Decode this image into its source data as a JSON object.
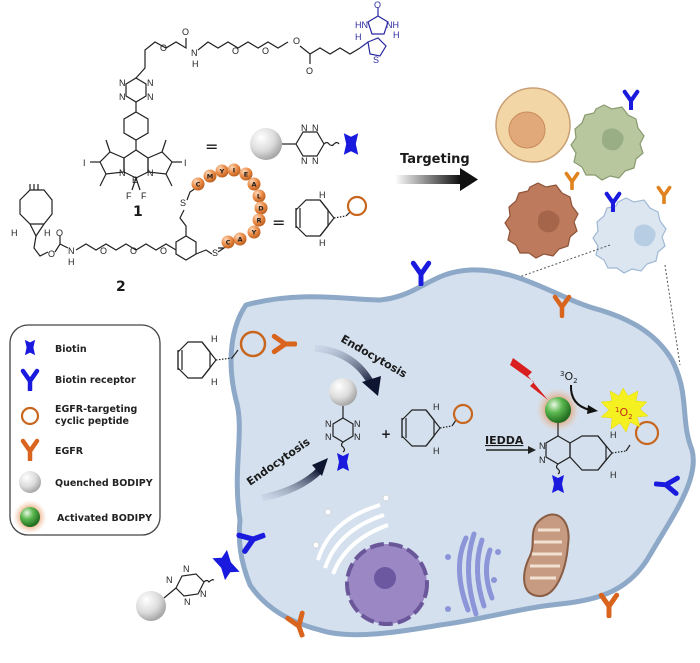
{
  "figure": {
    "title": "Bioorthogonal activation of BODIPY photosensitizer via IEDDA reaction in targeted cells",
    "compound_labels": {
      "compound_1": "1",
      "compound_2": "2"
    },
    "equals_sign": "=",
    "plus_sign": "+",
    "peptide_sequence": [
      "C",
      "M",
      "Y",
      "I",
      "E",
      "A",
      "L",
      "D",
      "R",
      "Y",
      "A",
      "C"
    ],
    "chem_atoms": {
      "N": "N",
      "H": "H",
      "O": "O",
      "S": "S",
      "B": "B",
      "F": "F",
      "I": "I",
      "HN": "HN",
      "NH": "NH"
    },
    "arrows": {
      "targeting": "Targeting",
      "endocytosis_top": "Endocytosis",
      "endocytosis_bottom": "Endocytosis",
      "iedda": "IEDDA"
    },
    "oxygen": {
      "triplet_sup": "3",
      "triplet": "O",
      "triplet_sub": "2",
      "singlet_sup": "1",
      "singlet": "O",
      "singlet_sub": "2"
    },
    "legend": {
      "items": [
        {
          "icon": "biotin-icon",
          "label": "Biotin"
        },
        {
          "icon": "biotin-receptor-icon",
          "label": "Biotin receptor"
        },
        {
          "icon": "cyclic-peptide-icon",
          "label": "EGFR-targeting",
          "label2": "cyclic peptide"
        },
        {
          "icon": "egfr-icon",
          "label": "EGFR"
        },
        {
          "icon": "quenched-bodipy-icon",
          "label": "Quenched BODIPY"
        },
        {
          "icon": "activated-bodipy-icon",
          "label": "Activated BODIPY"
        }
      ]
    },
    "colors": {
      "biotin": "#1a1adf",
      "egfr": "#d9641e",
      "peptide_ring": "#c8661e",
      "cell_fill": "#d4e0ee",
      "cell_stroke": "#8ea9c8",
      "activated_bodipy": "#3a9a3a",
      "singlet_oxygen_burst": "#f5f020",
      "light_bolt": "#d81e1e",
      "biotin_struct": "#2a2aa0"
    }
  }
}
